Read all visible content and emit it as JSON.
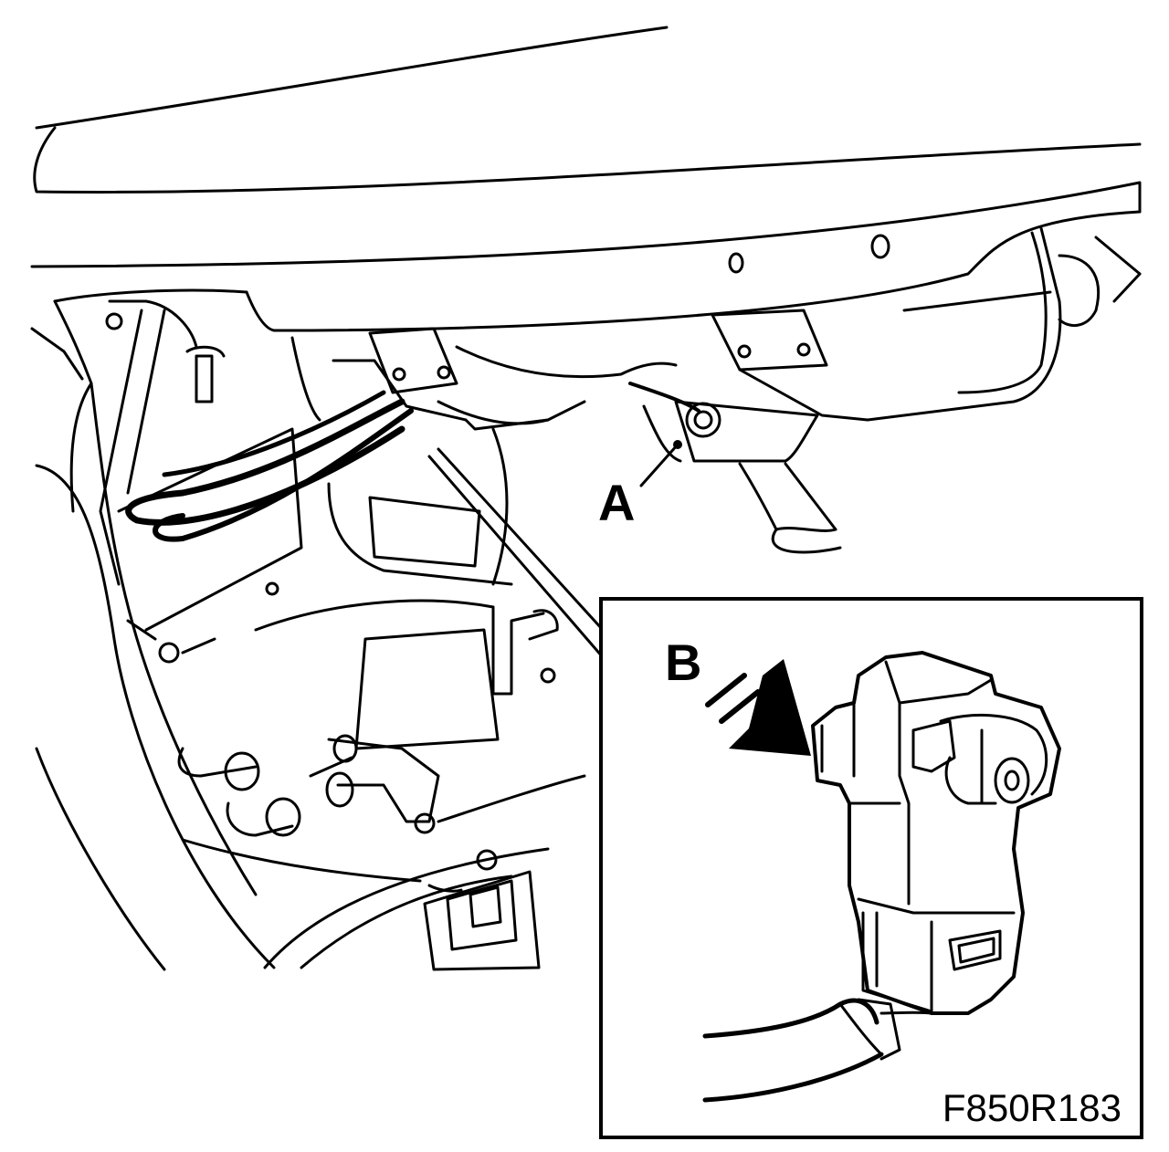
{
  "labels": {
    "a": "A",
    "b": "B"
  },
  "figure_code": "F850R183"
}
